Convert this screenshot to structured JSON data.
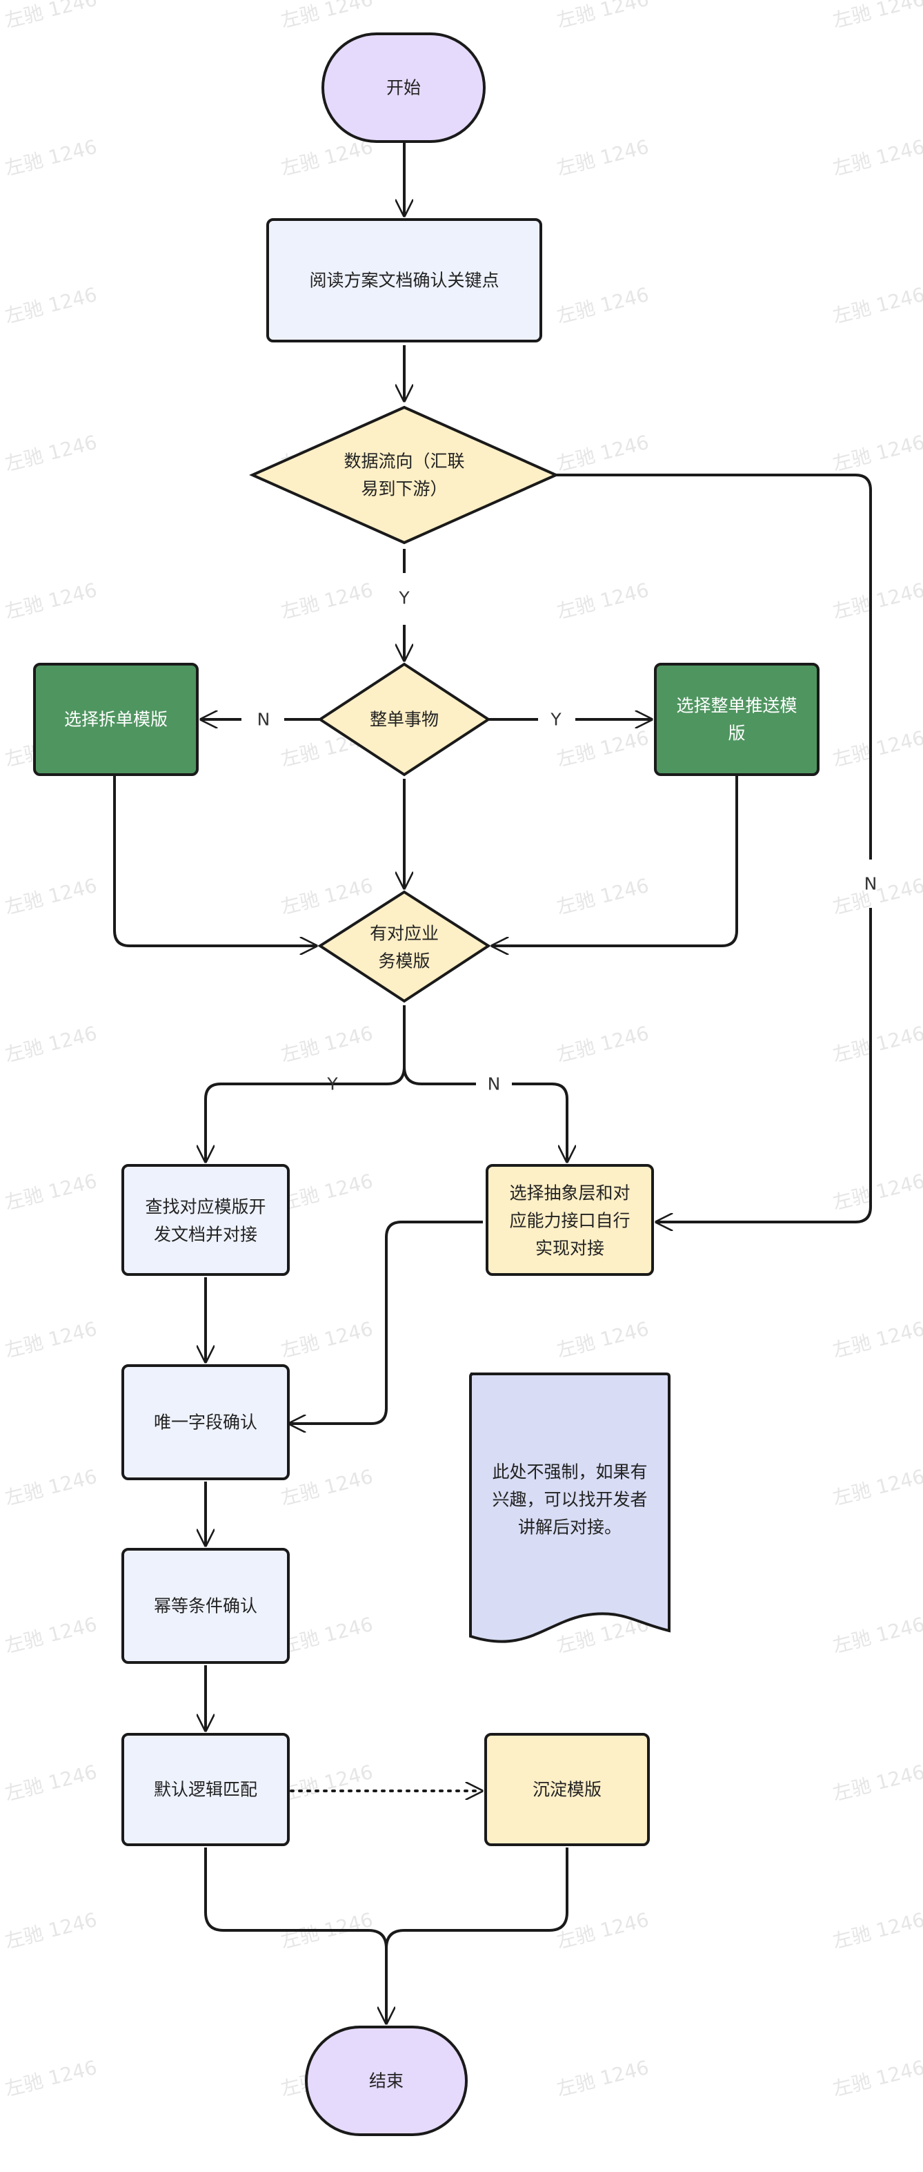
{
  "watermark": "左驰 1246",
  "colors": {
    "terminal": "#e5dafb",
    "process": "#eef2fc",
    "decision": "#fdefc6",
    "green": "#4f9560",
    "note": "#d8dcf4",
    "stroke": "#1a1a1a"
  },
  "nodes": {
    "start": "开始",
    "read_doc": "阅读方案文档确认关键点",
    "data_flow": [
      "数据流向（汇联",
      "易到下游）"
    ],
    "whole_order": "整单事物",
    "split_template": "选择拆单模版",
    "whole_push_template": [
      "选择整单推送模",
      "版"
    ],
    "has_business_template": [
      "有对应业",
      "务模版"
    ],
    "find_template_doc": [
      "查找对应模版开",
      "发文档并对接"
    ],
    "abstract_layer": [
      "选择抽象层和对",
      "应能力接口自行",
      "实现对接"
    ],
    "unique_field": "唯一字段确认",
    "idempotent": "幂等条件确认",
    "default_match": "默认逻辑匹配",
    "save_template": "沉淀模版",
    "note": [
      "此处不强制，如果有",
      "兴趣，可以找开发者",
      "讲解后对接。"
    ],
    "end": "结束"
  },
  "edges": {
    "y": "Y",
    "n": "N"
  }
}
